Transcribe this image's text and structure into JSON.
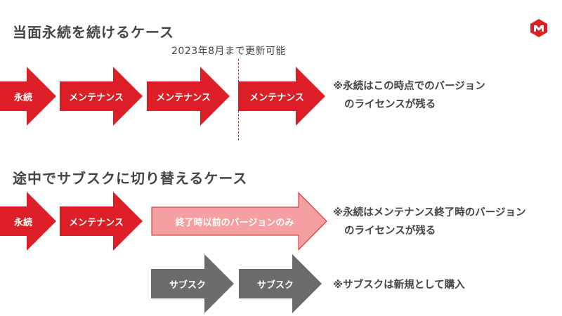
{
  "colors": {
    "red": "#dc1f26",
    "pink": "#f39c9c",
    "gray": "#6b6b6b",
    "text": "#444444"
  },
  "logo": {
    "icon": "m-hexagon-logo-icon"
  },
  "section1": {
    "title": "当面永続を続けるケース",
    "annotation": "2023年8月まで更新可能",
    "arrows": [
      "永続",
      "メンテナンス",
      "メンテナンス",
      "メンテナンス"
    ],
    "note": [
      "※永続はこの時点でのバージョン",
      "のライセンスが残る"
    ]
  },
  "section2": {
    "title": "途中でサブスクに切り替えるケース",
    "arrows": [
      "永続",
      "メンテナンス",
      "終了時以前のバージョンのみ"
    ],
    "note": [
      "※永続はメンテナンス終了時のバージョン",
      "のライセンスが残る"
    ],
    "sub_arrows": [
      "サブスク",
      "サブスク"
    ],
    "sub_note": "※サブスクは新規として購入"
  }
}
